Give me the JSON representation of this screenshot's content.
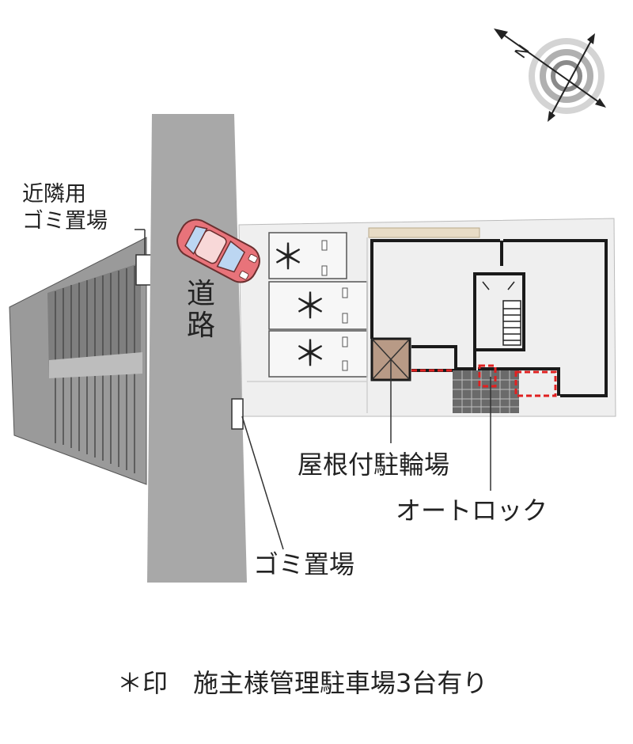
{
  "labels": {
    "road": "道路",
    "neighbor_garbage_line1": "近隣用",
    "neighbor_garbage_line2": "ゴミ置場",
    "bicycle_parking": "屋根付駐輪場",
    "auto_lock": "オートロック",
    "garbage": "ゴミ置場",
    "note": "＊印　施主様管理駐車場3台有り"
  },
  "parking_markers": [
    "＊",
    "＊",
    "＊"
  ],
  "icons": {
    "compass": "compass-rose-icon",
    "car": "car-icon"
  },
  "colors": {
    "road": "#a8a8a8",
    "ground": "#f0f0f0",
    "walls": "#1a1a1a",
    "neighbor_building": "#9e9e9e",
    "bike_shed": "#b89a86",
    "door_marker": "#e02020",
    "entrance_tiles": "#6a6a6a",
    "car": "#e8737a"
  }
}
